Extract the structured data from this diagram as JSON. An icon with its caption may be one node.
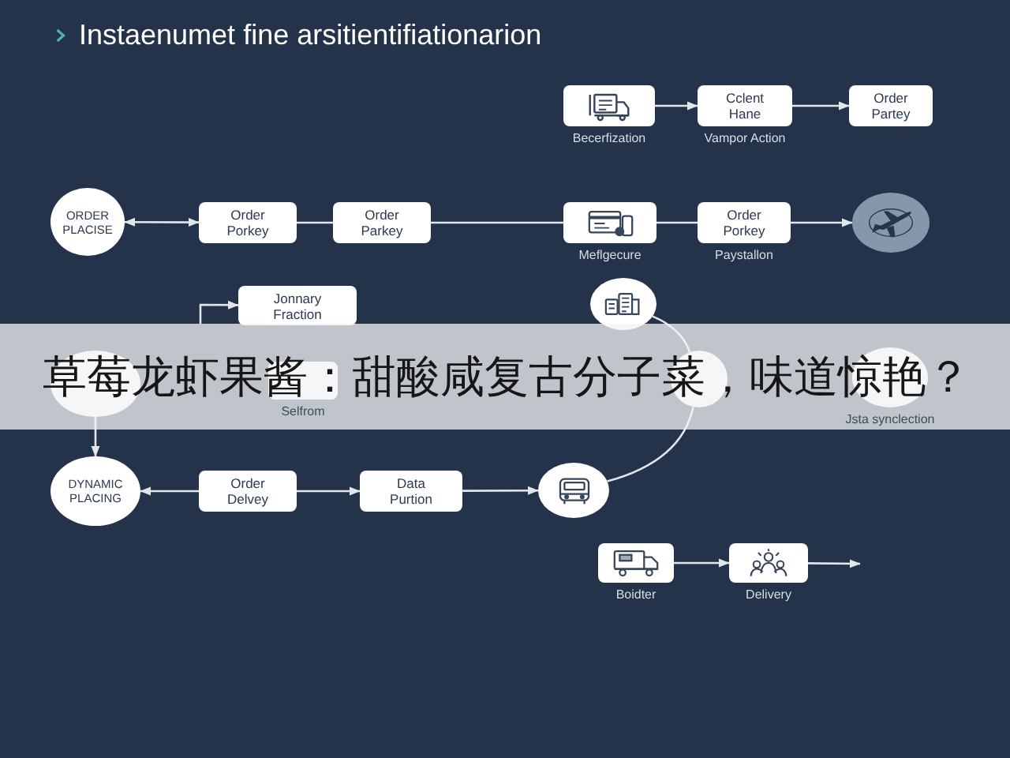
{
  "diagram": {
    "title": "Instaenumet fine arsitientifiationarion",
    "nodes": [
      {
        "text": [],
        "shape": "box",
        "beside": [
          "Becerfization"
        ]
      },
      {
        "text": [
          "Cclent Hane"
        ],
        "beside": [
          "Vampor Action"
        ]
      },
      {
        "text": [
          "Order Partey"
        ]
      },
      {
        "text": [
          "ORDER PLACISE"
        ]
      },
      {
        "text": [
          "Order Porkey"
        ]
      },
      {
        "text": [
          "Order Parkey"
        ]
      },
      {
        "text": [],
        "shape": "box",
        "beside": [
          "Meflgecure"
        ]
      },
      {
        "text": [
          "Order Porkey"
        ],
        "beside": [
          "Paystallon"
        ]
      },
      {
        "text": [],
        "shape": "circle"
      },
      {
        "text": [
          "Jonnary Fraction"
        ]
      },
      {
        "text": [],
        "shape": "circle"
      },
      {
        "text": [],
        "shape": "circle"
      },
      {
        "text": [],
        "shape": "box",
        "beside": [
          "Selfrom"
        ]
      },
      {
        "text": [],
        "shape": "circle"
      },
      {
        "text": [],
        "shape": "circle",
        "beside": [
          "Jsta synclection"
        ]
      },
      {
        "text": [
          "DYNAMIC PLACING"
        ]
      },
      {
        "text": [
          "Order Delvey"
        ]
      },
      {
        "text": [
          "Data Purtion"
        ]
      },
      {
        "text": [],
        "shape": "circle"
      },
      {
        "text": [],
        "shape": "box",
        "beside": [
          "Boidter"
        ]
      },
      {
        "text": [],
        "shape": "box",
        "beside": [
          "Delivery"
        ]
      }
    ],
    "edges": [
      {
        "from": 0,
        "to": 1,
        "arrow": "to"
      },
      {
        "from": 1,
        "to": 2,
        "arrow": "to"
      },
      {
        "from": 3,
        "to": 4,
        "arrow": "both"
      },
      {
        "from": 4,
        "to": 5,
        "arrow": "none"
      },
      {
        "from": 5,
        "to": 6,
        "arrow": "none"
      },
      {
        "from": 6,
        "to": 7,
        "arrow": "none"
      },
      {
        "from": 7,
        "to": 8,
        "arrow": "to"
      },
      {
        "from": null,
        "to": 9,
        "arrow": "to"
      },
      {
        "from": 10,
        "to": 13,
        "arrow": "none"
      },
      {
        "from": 13,
        "to": 18,
        "arrow": "none"
      },
      {
        "from": 11,
        "to": 15,
        "arrow": "to"
      },
      {
        "from": 16,
        "to": 15,
        "arrow": "to"
      },
      {
        "from": 16,
        "to": 17,
        "arrow": "to"
      },
      {
        "from": 17,
        "to": 18,
        "arrow": "to"
      },
      {
        "from": 19,
        "to": 20,
        "arrow": "to"
      },
      {
        "from": 20,
        "to": null,
        "arrow": "to"
      }
    ],
    "labels": [
      "草莓龙虾果酱：甜酸咸复古分子菜，味道惊艳？"
    ]
  }
}
